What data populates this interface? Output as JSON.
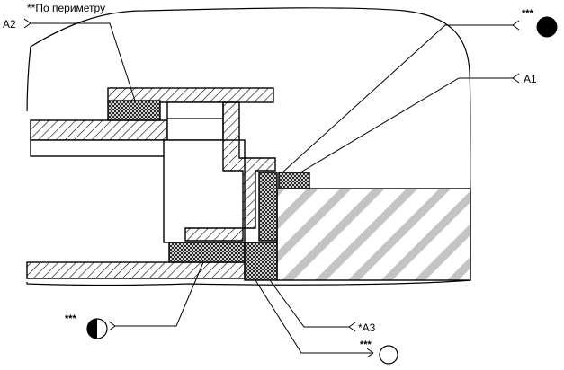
{
  "labels": {
    "a2_note": "**По периметру",
    "a2": "A2",
    "a1": "A1",
    "a3": "*A3",
    "stars_top_right": "***",
    "stars_half": "***",
    "stars_open": "***"
  },
  "icons": {
    "top_right": "filled-circle-icon",
    "bottom_left": "half-filled-circle-icon",
    "bottom_right": "open-circle-icon"
  },
  "colors": {
    "line": "#000000",
    "background": "#ffffff"
  }
}
